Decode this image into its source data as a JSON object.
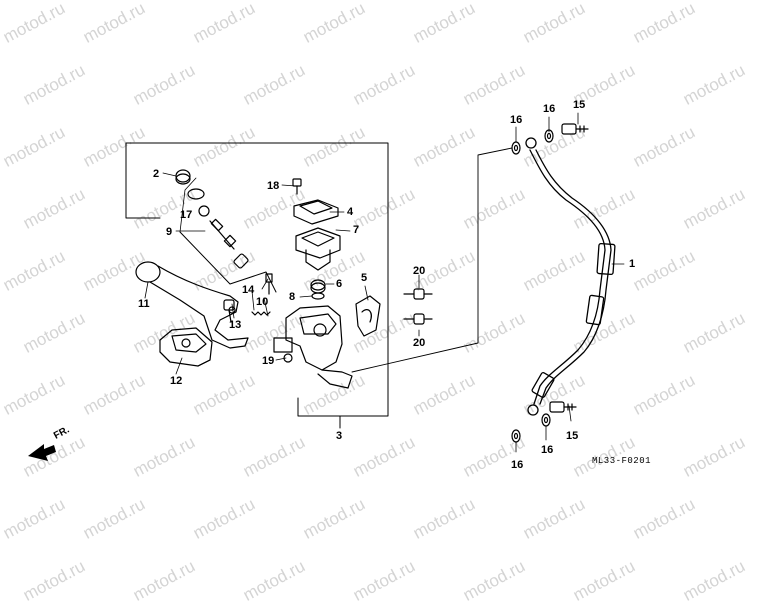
{
  "watermark": "motod.ru",
  "diagram_code": "ML33-F0201",
  "direction_label": "FR.",
  "callouts": [
    "1",
    "2",
    "3",
    "4",
    "5",
    "6",
    "7",
    "8",
    "9",
    "10",
    "11",
    "12",
    "13",
    "14",
    "15",
    "15",
    "16",
    "16",
    "16",
    "16",
    "17",
    "18",
    "19",
    "20",
    "20"
  ],
  "colors": {
    "line": "#000000",
    "watermark": "#d4d4d4",
    "background": "#ffffff"
  }
}
